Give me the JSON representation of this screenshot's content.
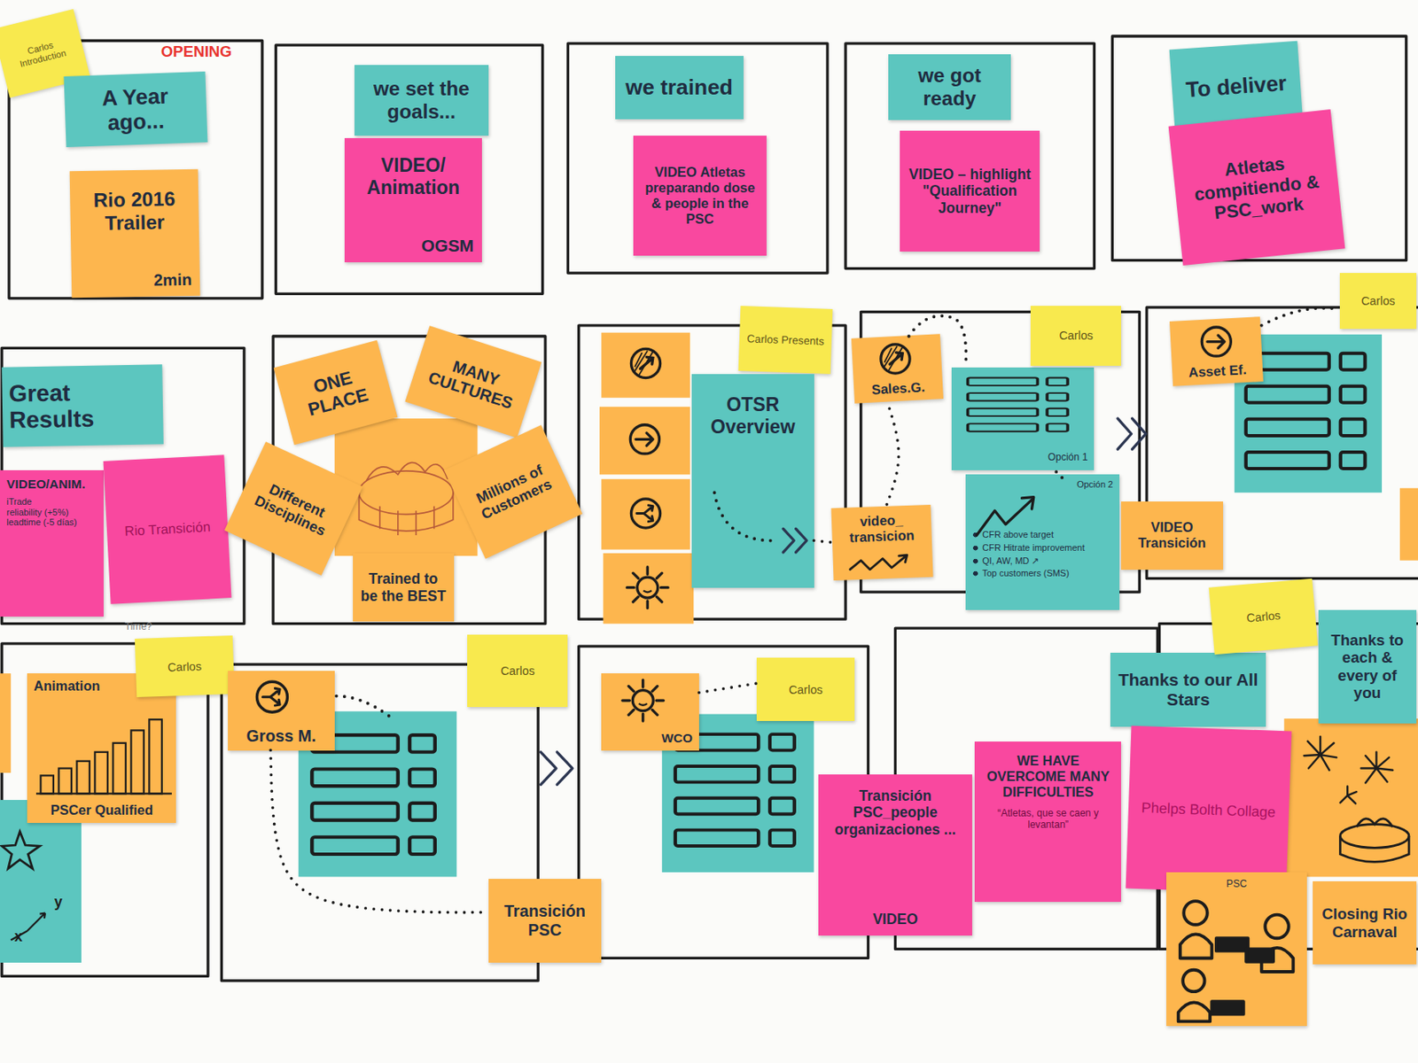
{
  "diagram": {
    "nodes": [
      {
        "text": [
          "Carlos Introduction"
        ]
      },
      {
        "text": [
          "A Year ago..."
        ]
      },
      {
        "text": [
          "Rio 2016 Trailer",
          "2min"
        ]
      },
      {
        "text": [
          "we set the goals..."
        ]
      },
      {
        "text": [
          "VIDEO/ Animation",
          "OGSM"
        ]
      },
      {
        "text": [
          "we trained"
        ]
      },
      {
        "text": [
          "VIDEO Atletas preparando dose & people in the PSC"
        ]
      },
      {
        "text": [
          "we got ready"
        ]
      },
      {
        "text": [
          "VIDEO – highlight \"Qualification Journey\""
        ]
      },
      {
        "text": [
          "To deliver"
        ]
      },
      {
        "text": [
          "Atletas compitiendo & PSC_work"
        ]
      },
      {
        "text": [
          "Great Results"
        ]
      },
      {
        "text": [
          "VIDEO/ANIM.",
          "iTrade",
          "reliability (+5%)",
          "leadtime (-5 días)"
        ]
      },
      {
        "text": [
          "Rio Transición"
        ]
      },
      {
        "text": [
          "ONE PLACE"
        ]
      },
      {
        "text": [
          "MANY CULTURES"
        ]
      },
      {
        "text": [
          "Different Disciplines"
        ]
      },
      {
        "text": [
          "Millions of Customers"
        ]
      },
      {
        "text": [
          "Trained to be the BEST"
        ]
      },
      {
        "text": [
          "Carlos Presents"
        ]
      },
      {
        "text": [
          "OTSR Overview"
        ]
      },
      {
        "text": [
          "video_ transicion"
        ]
      },
      {
        "text": [
          "Sales.G."
        ]
      },
      {
        "text": [
          "Opción 1"
        ]
      },
      {
        "text": [
          "Carlos"
        ]
      },
      {
        "text": [
          "Opción 2",
          "CFR above target",
          "CFR Hitrate improvement",
          "QI, AW, MD ↗",
          "Top customers (SMS)"
        ]
      },
      {
        "text": [
          "Asset Ef."
        ]
      },
      {
        "text": [
          "Carlos"
        ]
      },
      {
        "text": [
          "VIDEO Transición"
        ]
      },
      {
        "text": [
          "Animation",
          "PSCer Qualified"
        ]
      },
      {
        "text": [
          "Carlos"
        ]
      },
      {
        "text": [
          "Gross M."
        ]
      },
      {
        "text": [
          "Carlos"
        ]
      },
      {
        "text": [
          "Transición PSC"
        ]
      },
      {
        "text": [
          "WCO"
        ]
      },
      {
        "text": [
          "Carlos"
        ]
      },
      {
        "text": [
          "Transición PSC_people organizaciones ...",
          "VIDEO"
        ]
      },
      {
        "text": [
          "WE HAVE OVERCOME MANY DIFFICULTIES",
          "“Atletas, que se caen y levantan”"
        ]
      },
      {
        "text": [
          "Thanks to our All Stars"
        ]
      },
      {
        "text": [
          "Carlos"
        ]
      },
      {
        "text": [
          "Thanks to each & every of you"
        ]
      },
      {
        "text": [
          "Phelps Bolth Collage"
        ]
      },
      {
        "text": [
          "PSC"
        ]
      },
      {
        "text": [
          "Closing Rio Carnaval"
        ]
      }
    ],
    "edges": [
      {
        "from": 20,
        "to": 21,
        "arrow": "none"
      },
      {
        "from": 21,
        "to": 22,
        "arrow": "none"
      },
      {
        "from": 31,
        "to": 33,
        "arrow": "none"
      },
      {
        "from": 34,
        "to": 35,
        "arrow": "none"
      }
    ],
    "labels": [
      "OPENING",
      "Time?",
      "x",
      "y"
    ]
  }
}
